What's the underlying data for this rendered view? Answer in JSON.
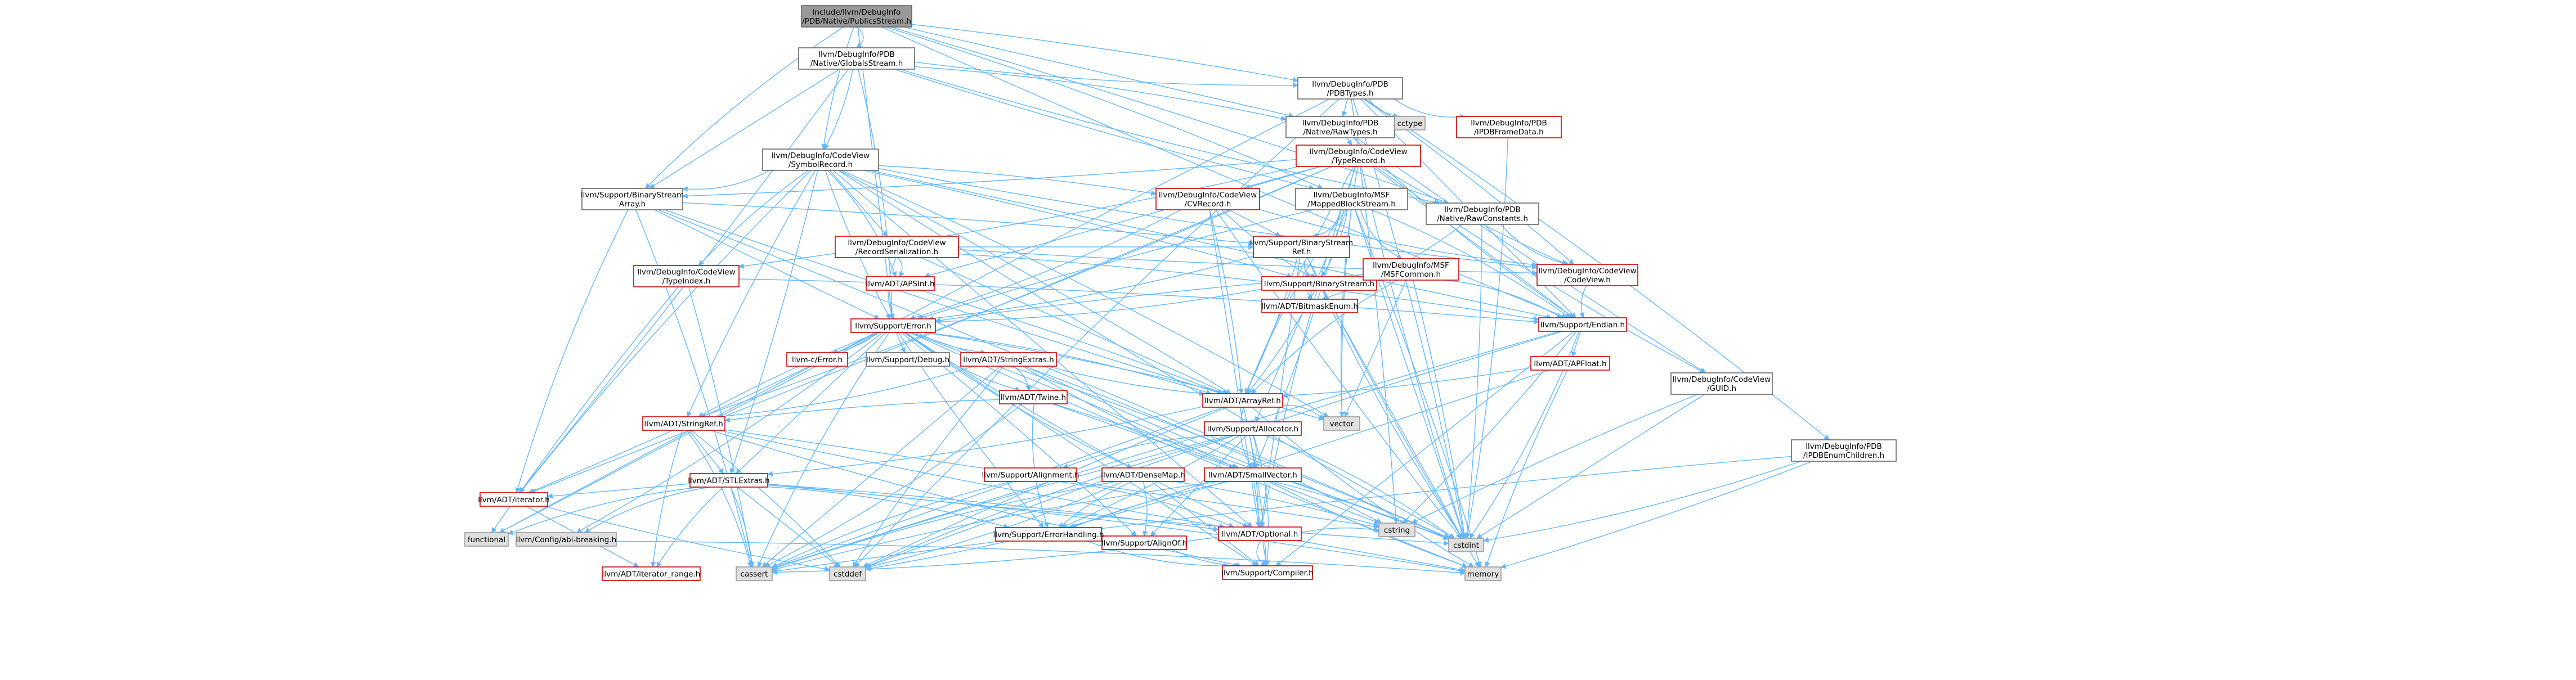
{
  "nodes": [
    {
      "id": "root",
      "lines": [
        "include/llvm/DebugInfo",
        "/PDB/Native/PublicsStream.h"
      ],
      "kind": "root"
    },
    {
      "id": "globals",
      "lines": [
        "llvm/DebugInfo/PDB",
        "/Native/GlobalsStream.h"
      ],
      "kind": "hdr"
    },
    {
      "id": "pdbtypes",
      "lines": [
        "llvm/DebugInfo/PDB",
        "/PDBTypes.h"
      ],
      "kind": "hdr"
    },
    {
      "id": "rawtypes",
      "lines": [
        "llvm/DebugInfo/PDB",
        "/Native/RawTypes.h"
      ],
      "kind": "hdr"
    },
    {
      "id": "cctype",
      "lines": [
        "cctype"
      ],
      "kind": "sys"
    },
    {
      "id": "frame",
      "lines": [
        "llvm/DebugInfo/PDB",
        "/IPDBFrameData.h"
      ],
      "kind": "red"
    },
    {
      "id": "symrec",
      "lines": [
        "llvm/DebugInfo/CodeView",
        "/SymbolRecord.h"
      ],
      "kind": "hdr"
    },
    {
      "id": "typerec",
      "lines": [
        "llvm/DebugInfo/CodeView",
        "/TypeRecord.h"
      ],
      "kind": "red"
    },
    {
      "id": "bsarray",
      "lines": [
        "llvm/Support/BinaryStream",
        "Array.h"
      ],
      "kind": "hdr"
    },
    {
      "id": "cvrec",
      "lines": [
        "llvm/DebugInfo/CodeView",
        "/CVRecord.h"
      ],
      "kind": "red"
    },
    {
      "id": "mapped",
      "lines": [
        "llvm/DebugInfo/MSF",
        "/MappedBlockStream.h"
      ],
      "kind": "hdr"
    },
    {
      "id": "rawconst",
      "lines": [
        "llvm/DebugInfo/PDB",
        "/Native/RawConstants.h"
      ],
      "kind": "hdr"
    },
    {
      "id": "recser",
      "lines": [
        "llvm/DebugInfo/CodeView",
        "/RecordSerialization.h"
      ],
      "kind": "red"
    },
    {
      "id": "bsref",
      "lines": [
        "llvm/Support/BinaryStream",
        "Ref.h"
      ],
      "kind": "red"
    },
    {
      "id": "typeindex",
      "lines": [
        "llvm/DebugInfo/CodeView",
        "/TypeIndex.h"
      ],
      "kind": "red"
    },
    {
      "id": "apsint",
      "lines": [
        "llvm/ADT/APSInt.h"
      ],
      "kind": "red"
    },
    {
      "id": "bstream",
      "lines": [
        "llvm/Support/BinaryStream.h"
      ],
      "kind": "red"
    },
    {
      "id": "msfcommon",
      "lines": [
        "llvm/DebugInfo/MSF",
        "/MSFCommon.h"
      ],
      "kind": "red"
    },
    {
      "id": "codeview",
      "lines": [
        "llvm/DebugInfo/CodeView",
        "/CodeView.h"
      ],
      "kind": "red"
    },
    {
      "id": "bitmask",
      "lines": [
        "llvm/ADT/BitmaskEnum.h"
      ],
      "kind": "red"
    },
    {
      "id": "error",
      "lines": [
        "llvm/Support/Error.h"
      ],
      "kind": "red"
    },
    {
      "id": "endian",
      "lines": [
        "llvm/Support/Endian.h"
      ],
      "kind": "red"
    },
    {
      "id": "cerror",
      "lines": [
        "llvm-c/Error.h"
      ],
      "kind": "red"
    },
    {
      "id": "debug",
      "lines": [
        "llvm/Support/Debug.h"
      ],
      "kind": "hdr"
    },
    {
      "id": "strext",
      "lines": [
        "llvm/ADT/StringExtras.h"
      ],
      "kind": "red"
    },
    {
      "id": "apfloat",
      "lines": [
        "llvm/ADT/APFloat.h"
      ],
      "kind": "red"
    },
    {
      "id": "arrayref",
      "lines": [
        "llvm/ADT/ArrayRef.h"
      ],
      "kind": "red"
    },
    {
      "id": "twine",
      "lines": [
        "llvm/ADT/Twine.h"
      ],
      "kind": "red"
    },
    {
      "id": "guid",
      "lines": [
        "llvm/DebugInfo/CodeView",
        "/GUID.h"
      ],
      "kind": "hdr"
    },
    {
      "id": "vector",
      "lines": [
        "vector"
      ],
      "kind": "sys"
    },
    {
      "id": "allocator",
      "lines": [
        "llvm/Support/Allocator.h"
      ],
      "kind": "red"
    },
    {
      "id": "stringref",
      "lines": [
        "llvm/ADT/StringRef.h"
      ],
      "kind": "red"
    },
    {
      "id": "enumchildren",
      "lines": [
        "llvm/DebugInfo/PDB",
        "/IPDBEnumChildren.h"
      ],
      "kind": "hdr"
    },
    {
      "id": "smallvec",
      "lines": [
        "llvm/ADT/SmallVector.h"
      ],
      "kind": "red"
    },
    {
      "id": "alignment",
      "lines": [
        "llvm/Support/Alignment.h"
      ],
      "kind": "red"
    },
    {
      "id": "densemap",
      "lines": [
        "llvm/ADT/DenseMap.h"
      ],
      "kind": "red"
    },
    {
      "id": "stlext",
      "lines": [
        "llvm/ADT/STLExtras.h"
      ],
      "kind": "red"
    },
    {
      "id": "iterator",
      "lines": [
        "llvm/ADT/iterator.h"
      ],
      "kind": "red"
    },
    {
      "id": "functional",
      "lines": [
        "functional"
      ],
      "kind": "sys"
    },
    {
      "id": "abibreak",
      "lines": [
        "llvm/Config/abi-breaking.h"
      ],
      "kind": "sys"
    },
    {
      "id": "alignof",
      "lines": [
        "llvm/Support/AlignOf.h"
      ],
      "kind": "red"
    },
    {
      "id": "errhandling",
      "lines": [
        "llvm/Support/ErrorHandling.h"
      ],
      "kind": "red"
    },
    {
      "id": "cstring",
      "lines": [
        "cstring"
      ],
      "kind": "sys"
    },
    {
      "id": "optional",
      "lines": [
        "llvm/ADT/Optional.h"
      ],
      "kind": "red"
    },
    {
      "id": "cstdint",
      "lines": [
        "cstdint"
      ],
      "kind": "sys"
    },
    {
      "id": "itrange",
      "lines": [
        "llvm/ADT/iterator_range.h"
      ],
      "kind": "red"
    },
    {
      "id": "cassert",
      "lines": [
        "cassert"
      ],
      "kind": "sys"
    },
    {
      "id": "cstddef",
      "lines": [
        "cstddef"
      ],
      "kind": "sys"
    },
    {
      "id": "compiler",
      "lines": [
        "llvm/Support/Compiler.h"
      ],
      "kind": "red"
    },
    {
      "id": "memory",
      "lines": [
        "memory"
      ],
      "kind": "sys"
    }
  ],
  "edges": [
    [
      "root",
      "globals"
    ],
    [
      "root",
      "pdbtypes"
    ],
    [
      "root",
      "rawtypes"
    ],
    [
      "root",
      "symrec"
    ],
    [
      "root",
      "bsarray"
    ],
    [
      "root",
      "mapped"
    ],
    [
      "root",
      "rawconst"
    ],
    [
      "root",
      "error"
    ],
    [
      "root",
      "endian"
    ],
    [
      "globals",
      "pdbtypes"
    ],
    [
      "globals",
      "rawtypes"
    ],
    [
      "globals",
      "symrec"
    ],
    [
      "globals",
      "bsarray"
    ],
    [
      "globals",
      "mapped"
    ],
    [
      "globals",
      "rawconst"
    ],
    [
      "globals",
      "error"
    ],
    [
      "globals",
      "iterator"
    ],
    [
      "pdbtypes",
      "rawtypes"
    ],
    [
      "pdbtypes",
      "cctype"
    ],
    [
      "pdbtypes",
      "frame"
    ],
    [
      "pdbtypes",
      "enumchildren"
    ],
    [
      "pdbtypes",
      "codeview"
    ],
    [
      "pdbtypes",
      "endian"
    ],
    [
      "pdbtypes",
      "functional"
    ],
    [
      "pdbtypes",
      "cstddef"
    ],
    [
      "pdbtypes",
      "cstdint"
    ],
    [
      "pdbtypes",
      "cstring"
    ],
    [
      "rawtypes",
      "typerec"
    ],
    [
      "rawtypes",
      "guid"
    ],
    [
      "rawtypes",
      "endian"
    ],
    [
      "frame",
      "cstdint"
    ],
    [
      "symrec",
      "cvrec"
    ],
    [
      "symrec",
      "recser"
    ],
    [
      "symrec",
      "typeindex"
    ],
    [
      "symrec",
      "codeview"
    ],
    [
      "symrec",
      "apsint"
    ],
    [
      "symrec",
      "arrayref"
    ],
    [
      "symrec",
      "optional"
    ],
    [
      "symrec",
      "stringref"
    ],
    [
      "symrec",
      "iterator"
    ],
    [
      "symrec",
      "bsarray"
    ],
    [
      "symrec",
      "bstream"
    ],
    [
      "symrec",
      "endian"
    ],
    [
      "symrec",
      "error"
    ],
    [
      "symrec",
      "cstdint"
    ],
    [
      "symrec",
      "vector"
    ],
    [
      "symrec",
      "stlext"
    ],
    [
      "typerec",
      "apsint"
    ],
    [
      "typerec",
      "arrayref"
    ],
    [
      "typerec",
      "optional"
    ],
    [
      "typerec",
      "stringref"
    ],
    [
      "typerec",
      "iterator"
    ],
    [
      "typerec",
      "cvrec"
    ],
    [
      "typerec",
      "codeview"
    ],
    [
      "typerec",
      "guid"
    ],
    [
      "typerec",
      "typeindex"
    ],
    [
      "typerec",
      "bsarray"
    ],
    [
      "typerec",
      "endian"
    ],
    [
      "typerec",
      "cstdint"
    ],
    [
      "typerec",
      "vector"
    ],
    [
      "typerec",
      "smallvec"
    ],
    [
      "bsarray",
      "bsref"
    ],
    [
      "bsarray",
      "error"
    ],
    [
      "bsarray",
      "arrayref"
    ],
    [
      "bsarray",
      "iterator"
    ],
    [
      "bsarray",
      "cassert"
    ],
    [
      "bsarray",
      "cstdint"
    ],
    [
      "cvrec",
      "bsref"
    ],
    [
      "cvrec",
      "bstream"
    ],
    [
      "cvrec",
      "codeview"
    ],
    [
      "cvrec",
      "error"
    ],
    [
      "cvrec",
      "arrayref"
    ],
    [
      "cvrec",
      "optional"
    ],
    [
      "cvrec",
      "cstdint"
    ],
    [
      "mapped",
      "msfcommon"
    ],
    [
      "mapped",
      "bsref"
    ],
    [
      "mapped",
      "bstream"
    ],
    [
      "mapped",
      "allocator"
    ],
    [
      "mapped",
      "error"
    ],
    [
      "mapped",
      "arrayref"
    ],
    [
      "mapped",
      "endian"
    ],
    [
      "mapped",
      "memory"
    ],
    [
      "mapped",
      "cstdint"
    ],
    [
      "mapped",
      "vector"
    ],
    [
      "rawconst",
      "codeview"
    ],
    [
      "rawconst",
      "bitmask"
    ],
    [
      "rawconst",
      "cstdint"
    ],
    [
      "recser",
      "bsref"
    ],
    [
      "recser",
      "codeview"
    ],
    [
      "recser",
      "error"
    ],
    [
      "recser",
      "endian"
    ],
    [
      "recser",
      "apsint"
    ],
    [
      "recser",
      "arrayref"
    ],
    [
      "recser",
      "cinttypes"
    ],
    [
      "bsref",
      "bstream"
    ],
    [
      "bsref",
      "error"
    ],
    [
      "bsref",
      "arrayref"
    ],
    [
      "bsref",
      "optional"
    ],
    [
      "bsref",
      "memory"
    ],
    [
      "bsref",
      "cstdint"
    ],
    [
      "typeindex",
      "endian"
    ],
    [
      "typeindex",
      "cassert"
    ],
    [
      "typeindex",
      "cinttypes"
    ],
    [
      "typeindex",
      "functional"
    ],
    [
      "bstream",
      "bitmask"
    ],
    [
      "bstream",
      "error"
    ],
    [
      "bstream",
      "arrayref"
    ],
    [
      "bstream",
      "cstdint"
    ],
    [
      "msfcommon",
      "error"
    ],
    [
      "msfcommon",
      "arrayref"
    ],
    [
      "msfcommon",
      "endian"
    ],
    [
      "msfcommon",
      "cstdint"
    ],
    [
      "msfcommon",
      "vector"
    ],
    [
      "codeview",
      "endian"
    ],
    [
      "codeview",
      "cinttypes"
    ],
    [
      "codeview",
      "type_traits"
    ],
    [
      "error",
      "cerror"
    ],
    [
      "error",
      "debug"
    ],
    [
      "error",
      "strext"
    ],
    [
      "error",
      "twine"
    ],
    [
      "error",
      "abibreak"
    ],
    [
      "error",
      "alignof"
    ],
    [
      "error",
      "compiler"
    ],
    [
      "error",
      "errhandling"
    ],
    [
      "error",
      "cassert"
    ],
    [
      "error",
      "cstdint"
    ],
    [
      "error",
      "cstdlib"
    ],
    [
      "error",
      "functional"
    ],
    [
      "error",
      "memory"
    ],
    [
      "error",
      "optional"
    ],
    [
      "error",
      "arrayref"
    ],
    [
      "error",
      "smallvec"
    ],
    [
      "error",
      "stlext"
    ],
    [
      "error",
      "stringref"
    ],
    [
      "error",
      "densemap"
    ],
    [
      "error",
      "vector"
    ],
    [
      "error",
      "iterator"
    ],
    [
      "endian",
      "compiler"
    ],
    [
      "endian",
      "cassert"
    ],
    [
      "endian",
      "cstddef"
    ],
    [
      "endian",
      "cstdint"
    ],
    [
      "endian",
      "cstring"
    ],
    [
      "endian",
      "apfloat"
    ],
    [
      "strext",
      "arrayref"
    ],
    [
      "strext",
      "smallvec"
    ],
    [
      "strext",
      "stringref"
    ],
    [
      "strext",
      "twine"
    ],
    [
      "strext",
      "cassert"
    ],
    [
      "strext",
      "cstddef"
    ],
    [
      "strext",
      "cstdint"
    ],
    [
      "strext",
      "cstring"
    ],
    [
      "apfloat",
      "arrayref"
    ],
    [
      "apfloat",
      "errhandling"
    ],
    [
      "apfloat",
      "memory"
    ],
    [
      "arrayref",
      "smallvec"
    ],
    [
      "arrayref",
      "stlext"
    ],
    [
      "arrayref",
      "compiler"
    ],
    [
      "arrayref",
      "cassert"
    ],
    [
      "arrayref",
      "cstddef"
    ],
    [
      "arrayref",
      "memory"
    ],
    [
      "arrayref",
      "vector"
    ],
    [
      "arrayref",
      "optional"
    ],
    [
      "twine",
      "smallvec"
    ],
    [
      "twine",
      "stringref"
    ],
    [
      "twine",
      "errhandling"
    ],
    [
      "twine",
      "cassert"
    ],
    [
      "twine",
      "cstdint"
    ],
    [
      "guid",
      "cstdint"
    ],
    [
      "guid",
      "cstring"
    ],
    [
      "allocator",
      "alignment"
    ],
    [
      "allocator",
      "compiler"
    ],
    [
      "allocator",
      "errhandling"
    ],
    [
      "allocator",
      "alignof"
    ],
    [
      "allocator",
      "cassert"
    ],
    [
      "allocator",
      "cstddef"
    ],
    [
      "allocator",
      "cstdint"
    ],
    [
      "allocator",
      "smallvec"
    ],
    [
      "stringref",
      "stlext"
    ],
    [
      "stringref",
      "itrange"
    ],
    [
      "stringref",
      "compiler"
    ],
    [
      "stringref",
      "cassert"
    ],
    [
      "stringref",
      "cstddef"
    ],
    [
      "stringref",
      "cstring"
    ],
    [
      "stringref",
      "optional"
    ],
    [
      "enumchildren",
      "cassert"
    ],
    [
      "enumchildren",
      "cstdint"
    ],
    [
      "enumchildren",
      "memory"
    ],
    [
      "smallvec",
      "compiler"
    ],
    [
      "smallvec",
      "errhandling"
    ],
    [
      "smallvec",
      "cassert"
    ],
    [
      "smallvec",
      "cstddef"
    ],
    [
      "smallvec",
      "cstdint"
    ],
    [
      "smallvec",
      "cstring"
    ],
    [
      "smallvec",
      "memory"
    ],
    [
      "alignment",
      "cassert"
    ],
    [
      "alignment",
      "optional"
    ],
    [
      "densemap",
      "alignof"
    ],
    [
      "densemap",
      "compiler"
    ],
    [
      "densemap",
      "errhandling"
    ],
    [
      "densemap",
      "cassert"
    ],
    [
      "densemap",
      "cstddef"
    ],
    [
      "densemap",
      "cstring"
    ],
    [
      "stlext",
      "iterator"
    ],
    [
      "stlext",
      "itrange"
    ],
    [
      "stlext",
      "abibreak"
    ],
    [
      "stlext",
      "errhandling"
    ],
    [
      "stlext",
      "cassert"
    ],
    [
      "stlext",
      "cstddef"
    ],
    [
      "stlext",
      "cstdint"
    ],
    [
      "stlext",
      "functional"
    ],
    [
      "stlext",
      "memory"
    ],
    [
      "stlext",
      "optional"
    ],
    [
      "iterator",
      "itrange"
    ],
    [
      "iterator",
      "cstddef"
    ],
    [
      "optional",
      "compiler"
    ],
    [
      "optional",
      "cassert"
    ],
    [
      "optional",
      "cstring"
    ],
    [
      "optional",
      "memory"
    ],
    [
      "alignof",
      "compiler"
    ],
    [
      "errhandling",
      "compiler"
    ],
    [
      "abibreak",
      "memory"
    ],
    [
      "apsint",
      "arrayref"
    ]
  ]
}
